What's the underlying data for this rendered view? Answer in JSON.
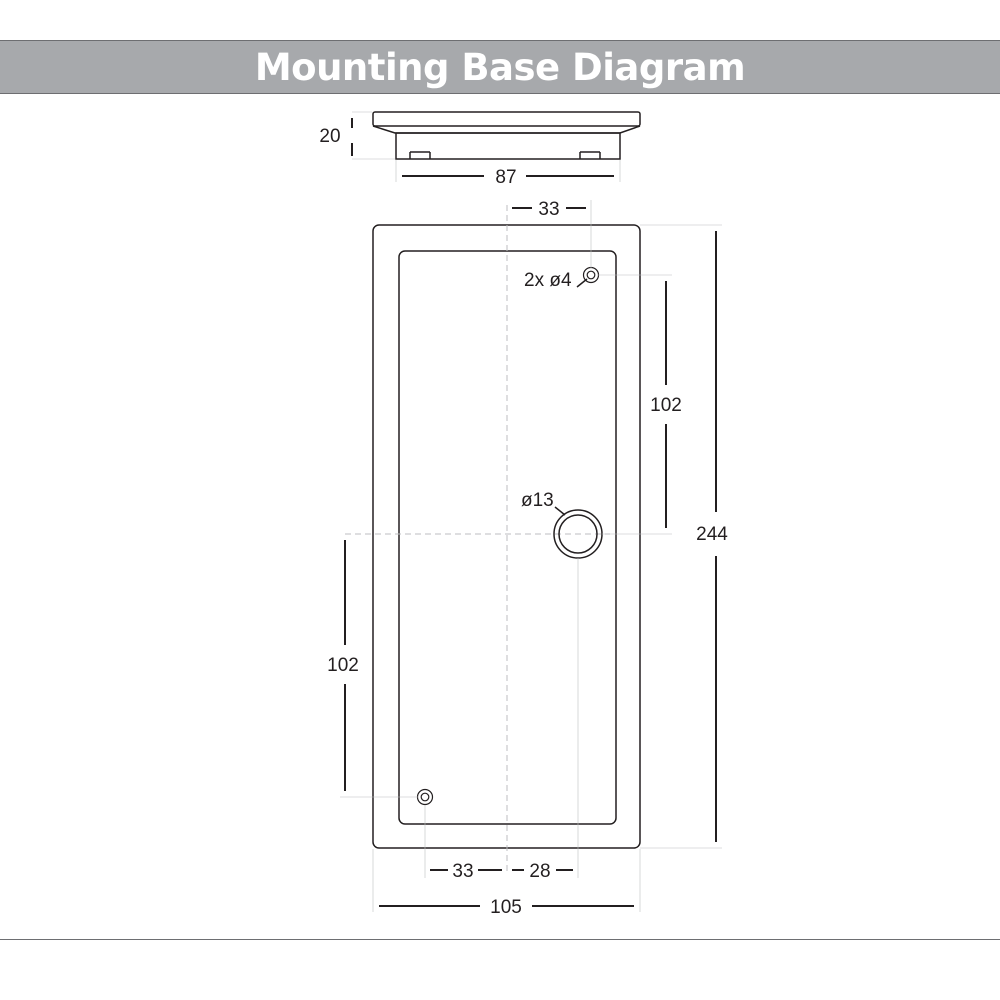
{
  "title": "Mounting Base Diagram",
  "dimensions": {
    "side_height": "20",
    "side_width": "87",
    "hole_offset_top": "33",
    "small_holes": "2x ø4",
    "hole_spacing_right": "102",
    "center_hole": "ø13",
    "total_height": "244",
    "hole_spacing_left": "102",
    "hole_offset_bottom": "33",
    "center_offset": "28",
    "total_width": "105"
  },
  "colors": {
    "banner": "#a7a9ac",
    "line": "#231f20",
    "dashed": "#bcbec0"
  }
}
